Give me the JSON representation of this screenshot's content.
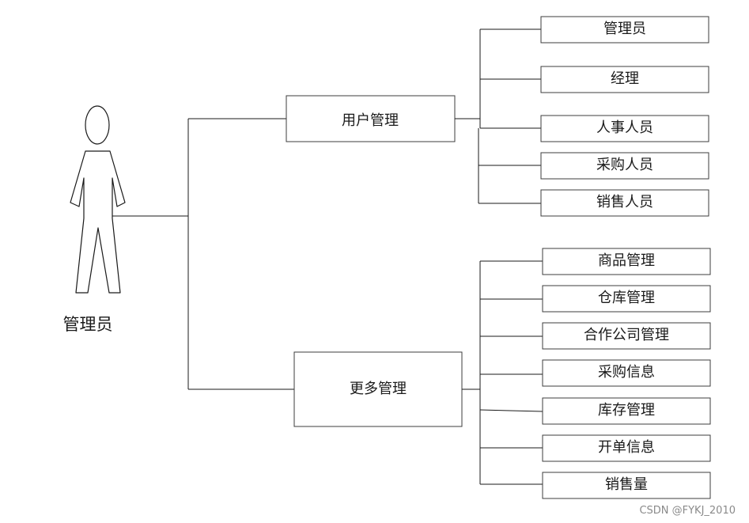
{
  "actor": {
    "label": "管理员"
  },
  "groups": [
    {
      "label": "用户管理",
      "items": [
        "管理员",
        "经理",
        "人事人员",
        "采购人员",
        "销售人员"
      ]
    },
    {
      "label": "更多管理",
      "items": [
        "商品管理",
        "仓库管理",
        "合作公司管理",
        "采购信息",
        "库存管理",
        "开单信息",
        "销售量"
      ]
    }
  ],
  "watermark": "CSDN @FYKJ_2010"
}
